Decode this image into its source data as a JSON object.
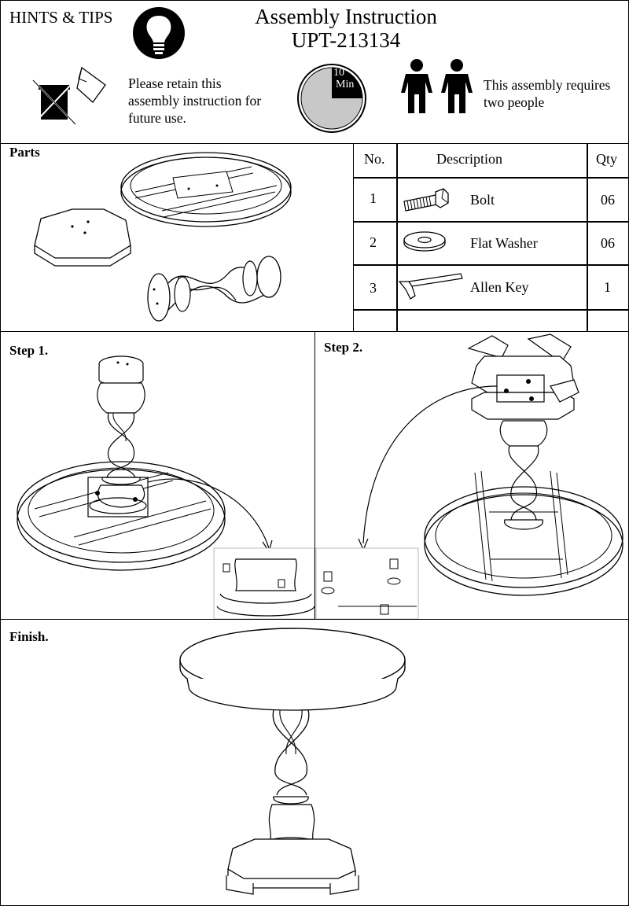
{
  "header": {
    "hints_label": "HINTS & TIPS",
    "title": "Assembly Instruction",
    "model": "UPT-213134",
    "retain_note_lines": [
      "Please retain this",
      "assembly instruction for",
      "future use."
    ],
    "timer_value": "10",
    "timer_unit": "Min",
    "people_note_lines": [
      "This assembly requires",
      "two people"
    ]
  },
  "parts": {
    "heading": "Parts",
    "table": {
      "headers": [
        "No.",
        "Description",
        "Qty"
      ],
      "rows": [
        {
          "no": "1",
          "description": "Bolt",
          "qty": "06",
          "icon": "bolt-icon"
        },
        {
          "no": "2",
          "description": "Flat Washer",
          "qty": "06",
          "icon": "washer-icon"
        },
        {
          "no": "3",
          "description": "Allen Key",
          "qty": "1",
          "icon": "allen-key-icon"
        }
      ]
    }
  },
  "steps": [
    {
      "label": "Step 1."
    },
    {
      "label": "Step 2."
    }
  ],
  "finish": {
    "label": "Finish."
  }
}
